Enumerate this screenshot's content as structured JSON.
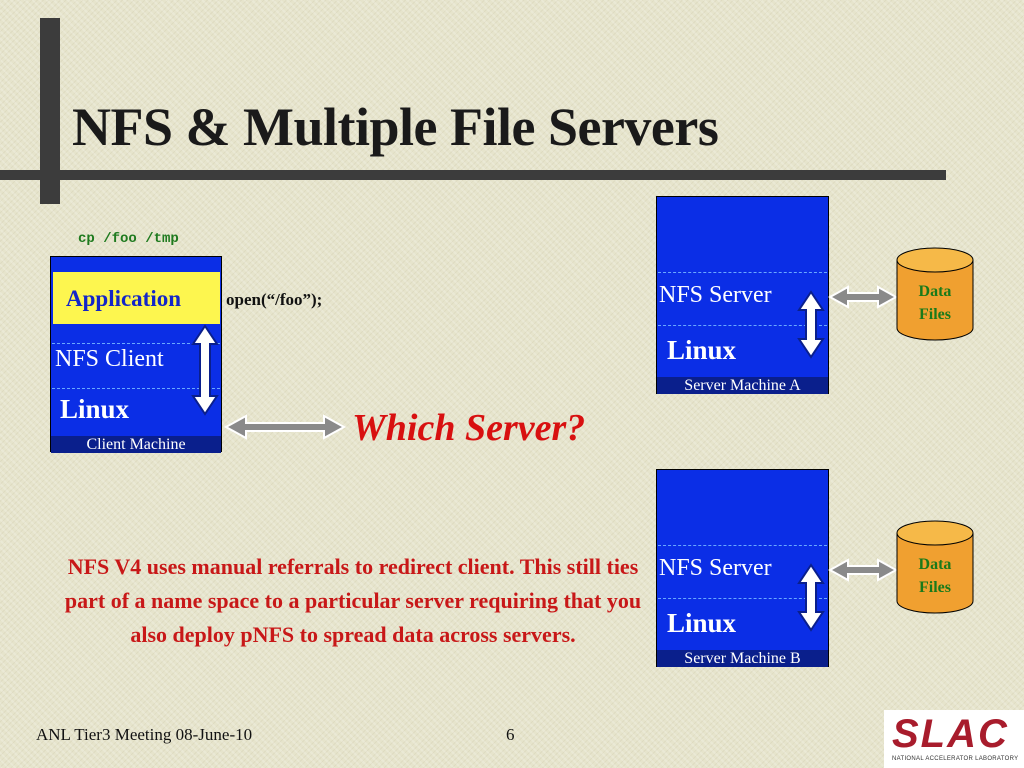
{
  "title": "NFS & Multiple File Servers",
  "client": {
    "command": "cp /foo /tmp",
    "application": "Application",
    "nfs_client": "NFS Client",
    "os": "Linux",
    "machine": "Client Machine",
    "call": "open(“/foo”);"
  },
  "question": "Which Server?",
  "server_a": {
    "nfs_server": "NFS Server",
    "os": "Linux",
    "machine": "Server Machine A",
    "data_line1": "Data",
    "data_line2": "Files"
  },
  "server_b": {
    "nfs_server": "NFS Server",
    "os": "Linux",
    "machine": "Server Machine B",
    "data_line1": "Data",
    "data_line2": "Files"
  },
  "note": "NFS V4 uses manual referrals to redirect client. This still ties part of a name space to a particular server requiring that you also deploy pNFS to spread data across servers.",
  "footer": {
    "event": "ANL Tier3 Meeting  08-June-10",
    "page": "6",
    "logo": "SLAC",
    "logo_sub": "NATIONAL ACCELERATOR LABORATORY"
  },
  "colors": {
    "box_blue": "#0b2ee6",
    "app_yellow": "#fdf64f",
    "question_red": "#d81010",
    "cylinder_orange": "#f0a030"
  }
}
